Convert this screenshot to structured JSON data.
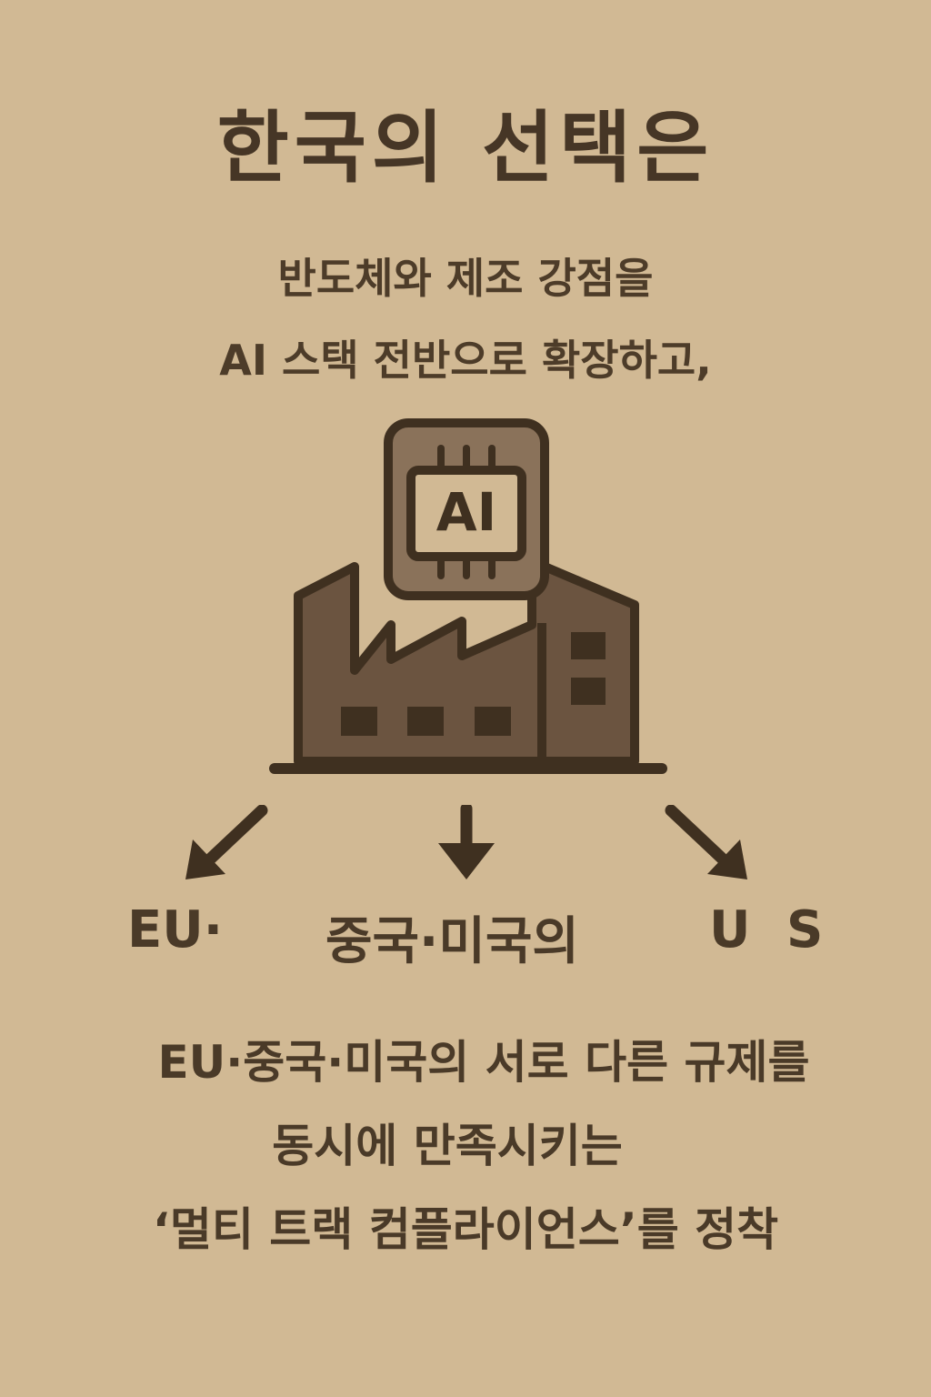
{
  "title": "한국의 선택은",
  "subtitle_lines": [
    "반도체와 제조 강점을",
    "AI 스택 전반으로 확장하고,"
  ],
  "chip_label": "AI",
  "branch_labels": [
    "EU·",
    "중국·미국의",
    "U S"
  ],
  "body_lines": [
    "EU·중국·미국의 서로 다른 규제를",
    "동시에 만족시키는",
    "‘멀티 트랙 컴플라이언스’를 정착"
  ],
  "colors": {
    "background": "#d1b994",
    "ink": "#4a3a28",
    "factory_fill": "#6b5440"
  }
}
